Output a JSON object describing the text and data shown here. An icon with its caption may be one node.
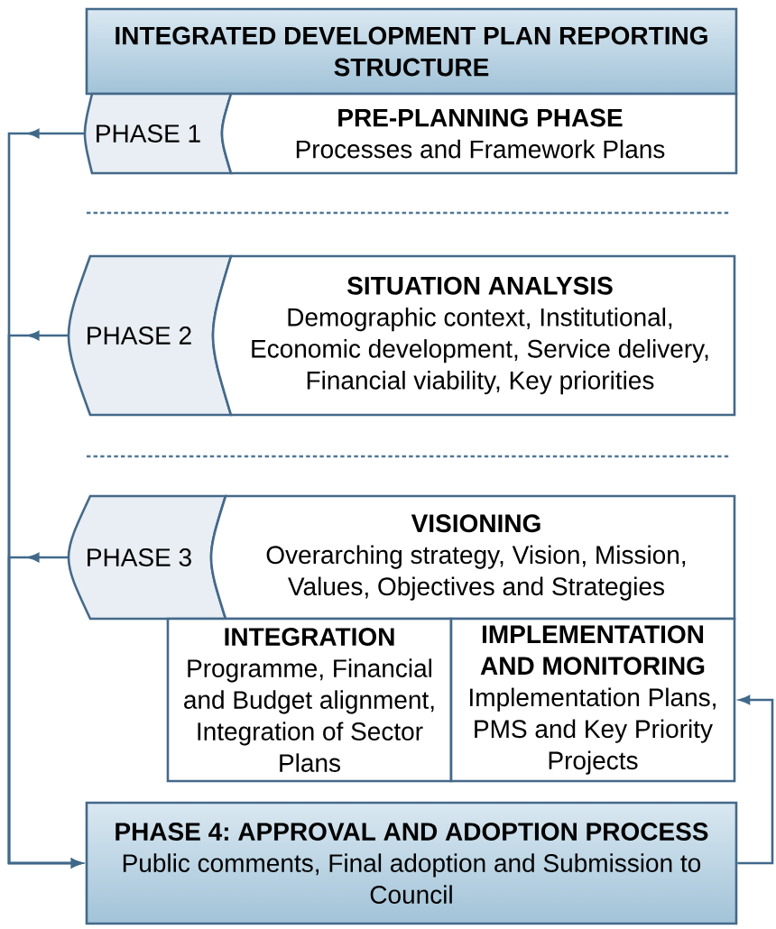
{
  "diagram": {
    "nodes": [
      {
        "text": [
          "INTEGRATED DEVELOPMENT PLAN REPORTING STRUCTURE"
        ]
      },
      {
        "text": [
          "PHASE 1"
        ]
      },
      {
        "text": [
          "PRE-PLANNING PHASE",
          "Processes and Framework Plans"
        ]
      },
      {
        "text": [
          "PHASE 2"
        ]
      },
      {
        "text": [
          "SITUATION ANALYSIS",
          "Demographic context, Institutional, Economic development, Service delivery, Financial viability, Key priorities"
        ]
      },
      {
        "text": [
          "PHASE 3"
        ]
      },
      {
        "text": [
          "VISIONING",
          "Overarching strategy, Vision, Mission, Values, Objectives and Strategies"
        ]
      },
      {
        "text": [
          "INTEGRATION",
          "Programme, Financial and Budget alignment, Integration of Sector Plans"
        ]
      },
      {
        "text": [
          "IMPLEMENTATION AND MONITORING",
          "Implementation Plans, PMS and Key Priority Projects"
        ]
      },
      {
        "text": [
          "PHASE 4: APPROVAL AND ADOPTION PROCESS",
          "Public comments, Final adoption and Submission to Council"
        ]
      }
    ],
    "edges": [
      {
        "from": 1,
        "to": 9,
        "arrow": "to"
      },
      {
        "from": 3,
        "to": 9,
        "arrow": "to"
      },
      {
        "from": 5,
        "to": 9,
        "arrow": "to"
      },
      {
        "from": 9,
        "to": 8,
        "arrow": "to"
      }
    ]
  }
}
